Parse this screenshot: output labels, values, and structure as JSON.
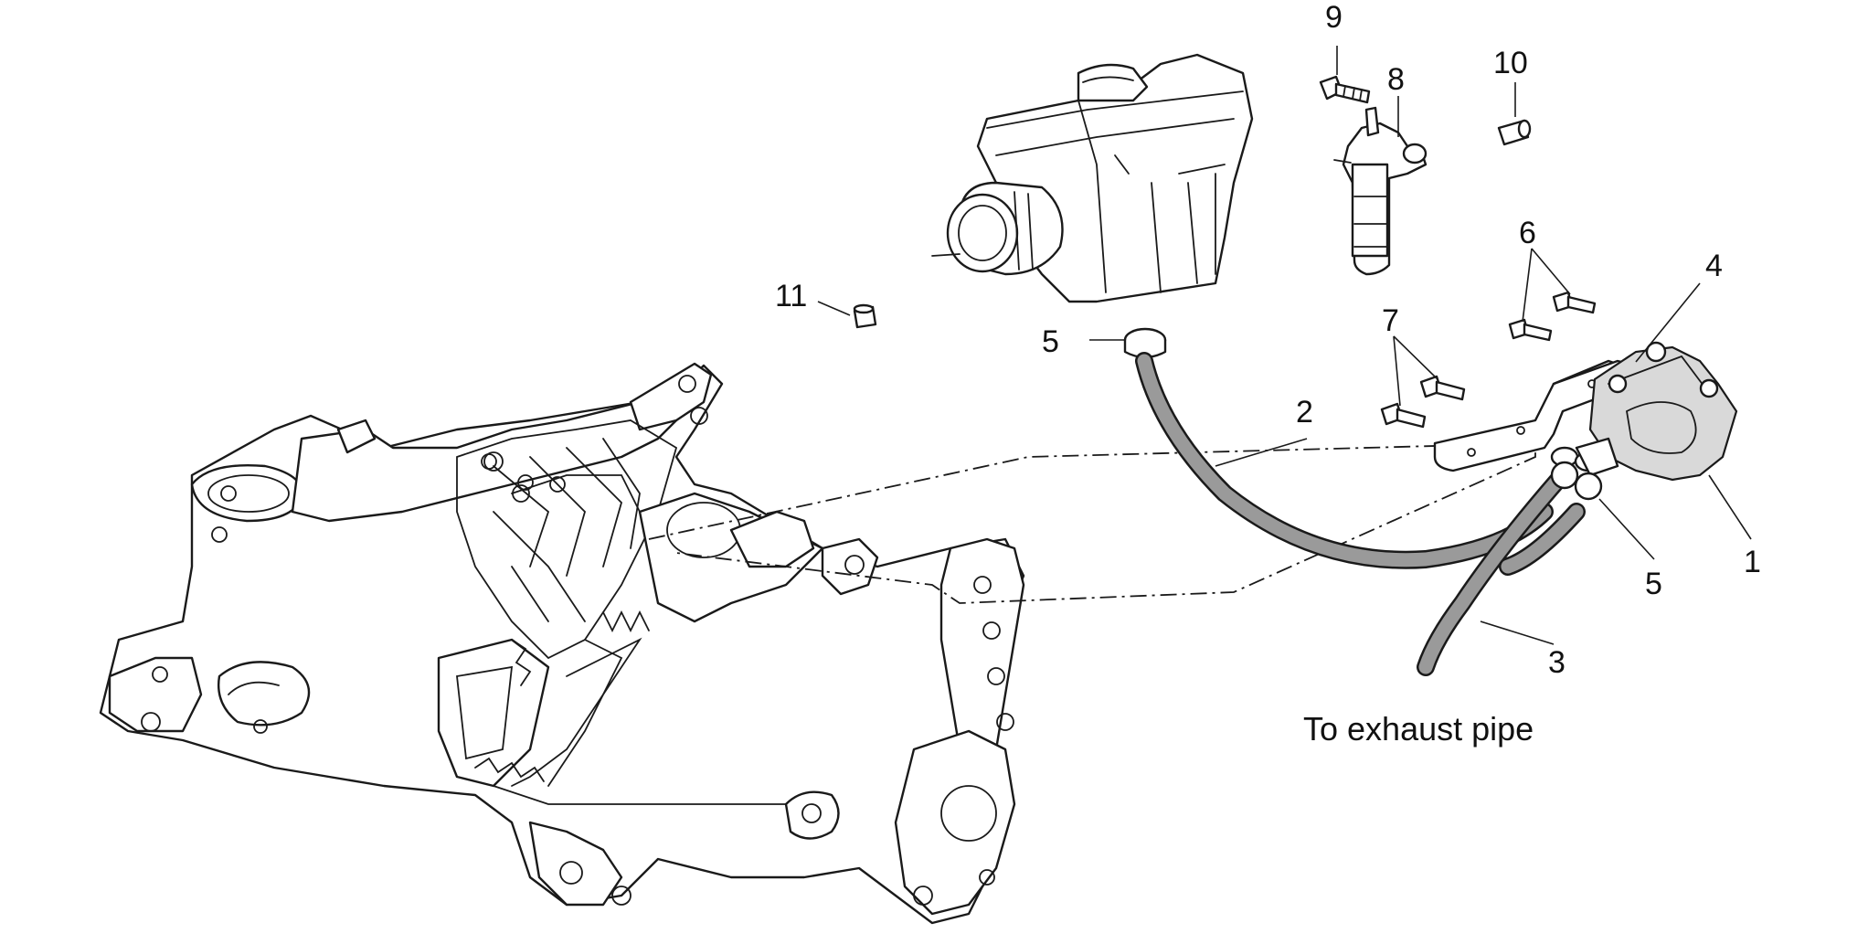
{
  "callouts": {
    "c1": "1",
    "c2": "2",
    "c3": "3",
    "c4": "4",
    "c5a": "5",
    "c5b": "5",
    "c6": "6",
    "c7": "7",
    "c8": "8",
    "c9": "9",
    "c10": "10",
    "c11": "11"
  },
  "caption": "To exhaust pipe"
}
